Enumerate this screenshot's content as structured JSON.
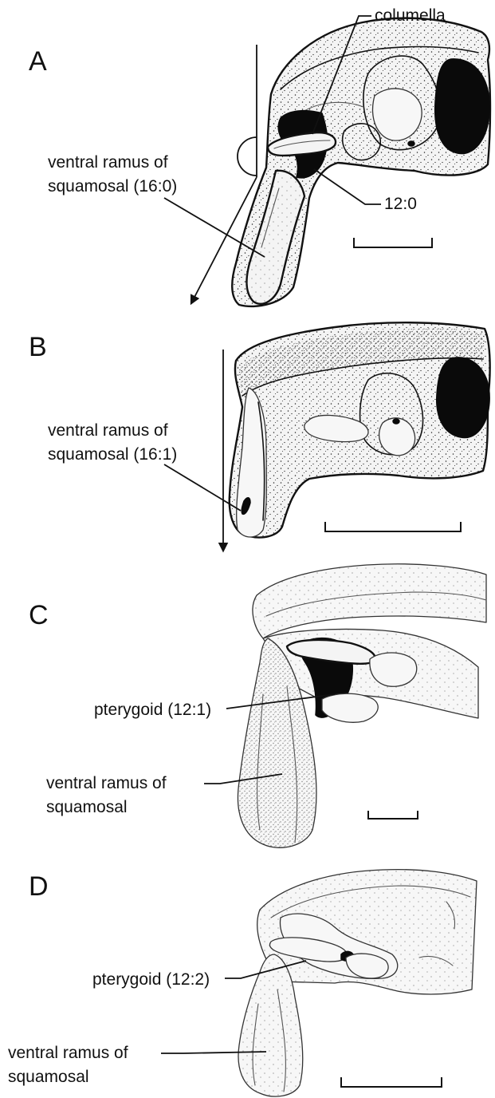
{
  "panels": [
    {
      "letter": "A",
      "labels": {
        "columella": "columella",
        "ventral_ramus_line1": "ventral ramus of",
        "ventral_ramus_line2": "squamosal (16:0)",
        "state": "12:0"
      }
    },
    {
      "letter": "B",
      "labels": {
        "ventral_ramus_line1": "ventral ramus of",
        "ventral_ramus_line2": "squamosal (16:1)"
      }
    },
    {
      "letter": "C",
      "labels": {
        "pterygoid": "pterygoid (12:1)",
        "ventral_ramus_line1": "ventral ramus of",
        "ventral_ramus_line2": "squamosal"
      }
    },
    {
      "letter": "D",
      "labels": {
        "pterygoid": "pterygoid (12:2)",
        "ventral_ramus_line1": "ventral ramus of",
        "ventral_ramus_line2": "squamosal"
      }
    }
  ],
  "colors": {
    "ink": "#111111",
    "paper": "#ffffff",
    "bone_fill": "#f4f4f4"
  }
}
